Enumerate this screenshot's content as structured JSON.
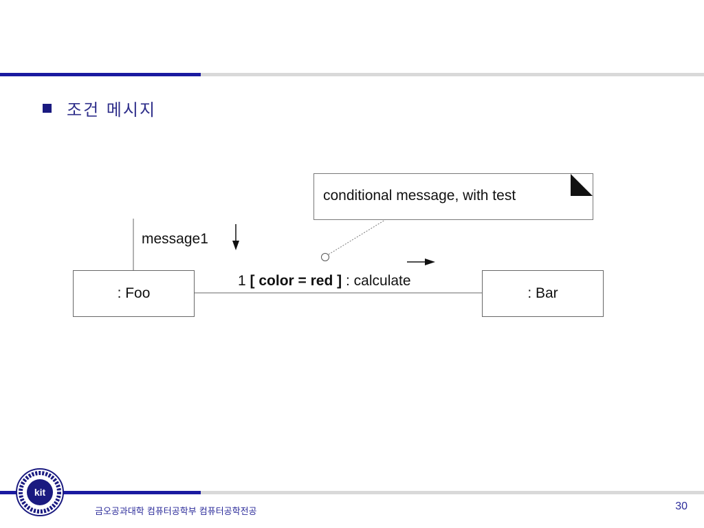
{
  "slide": {
    "title": "조건 메시지",
    "page_number": "30",
    "footer": "금오공과대학 컴퓨터공학부 컴퓨터공학전공",
    "logo_text": "kit",
    "accent_color": "#1a1aa0",
    "title_color": "#2e2e8a"
  },
  "diagram": {
    "objects": [
      {
        "id": "foo",
        "label": ": Foo"
      },
      {
        "id": "bar",
        "label": ": Bar"
      }
    ],
    "note": {
      "text": "conditional message, with test"
    },
    "message1_label": "message1",
    "message": {
      "seq": "1",
      "condition": "[ color = red ]",
      "separator": ":",
      "name": "calculate"
    }
  }
}
